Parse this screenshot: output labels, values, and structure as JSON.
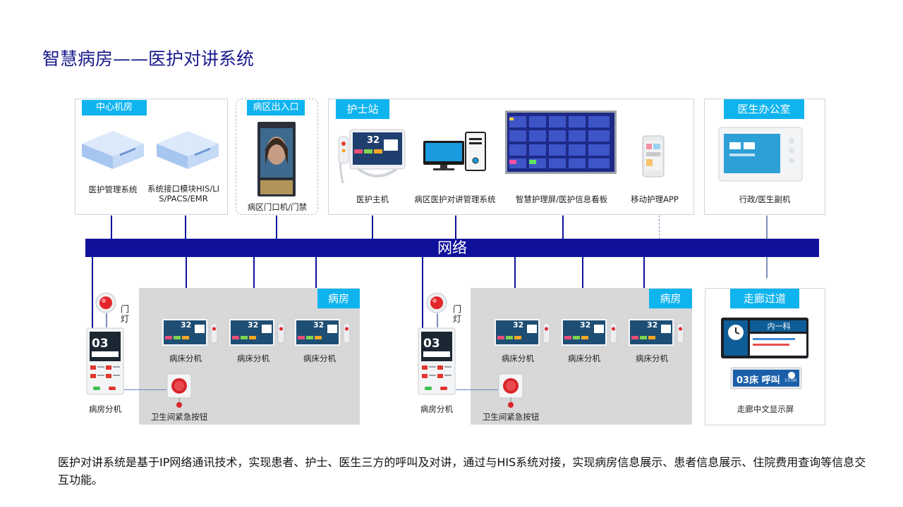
{
  "title": "智慧病房——医护对讲系统",
  "network_label": "网络",
  "sections": {
    "central": {
      "tag": "中心机房",
      "items": [
        "医护管理系统",
        "系统接口模块HIS/LIS/PACS/EMR"
      ]
    },
    "entrance": {
      "tag": "病区出入口",
      "items": [
        "病区门口机/门禁"
      ]
    },
    "nurse": {
      "tag": "护士站",
      "items": [
        "医护主机",
        "病区医护对讲管理系统",
        "智慧护理屏/医护信息看板",
        "移动护理APP"
      ]
    },
    "doctor": {
      "tag": "医生办公室",
      "items": [
        "行政/医生副机"
      ]
    },
    "ward1": {
      "tag": "病房",
      "door_light": "门灯",
      "room_unit": "病房分机",
      "bed_units": [
        "病床分机",
        "病床分机",
        "病床分机"
      ],
      "emergency": "卫生间紧急按钮"
    },
    "ward2": {
      "tag": "病房",
      "door_light": "门灯",
      "room_unit": "病房分机",
      "bed_units": [
        "病床分机",
        "病床分机",
        "病床分机"
      ],
      "emergency": "卫生间紧急按钮"
    },
    "corridor": {
      "tag": "走廊过道",
      "display_dept": "内一科",
      "display_call": "03床 呼叫",
      "items": [
        "走廊中文显示屏"
      ]
    }
  },
  "device_text": {
    "temp": "32",
    "room_no": "03",
    "time": "15:00"
  },
  "description": "医护对讲系统是基于IP网络通讯技术，实现患者、护士、医生三方的呼叫及对讲，通过与HIS系统对接，实现病房信息展示、患者信息展示、住院费用查询等信息交互功能。",
  "colors": {
    "accent": "#0fb4ee",
    "network": "#10109b",
    "title": "#1a1a8c",
    "room_bg": "#d8d8d8"
  }
}
